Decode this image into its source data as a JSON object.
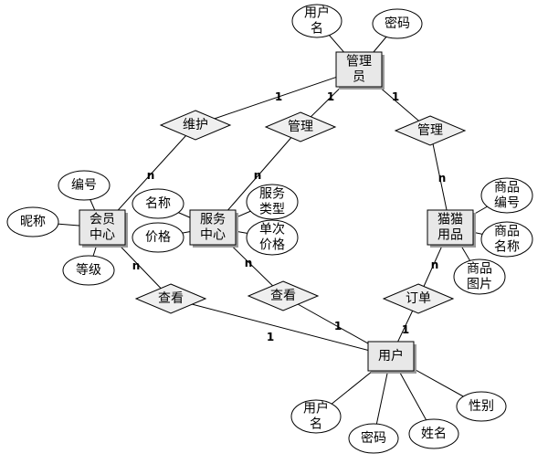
{
  "entities": [
    {
      "id": "admin",
      "lines": [
        "管理",
        "员"
      ]
    },
    {
      "id": "member_center",
      "lines": [
        "会员",
        "中心"
      ]
    },
    {
      "id": "service_center",
      "lines": [
        "服务",
        "中心"
      ]
    },
    {
      "id": "cat_supplies",
      "lines": [
        "猫猫",
        "用品"
      ]
    },
    {
      "id": "user",
      "lines": [
        "用户"
      ]
    }
  ],
  "relationships": [
    {
      "id": "maintain",
      "label": "维护"
    },
    {
      "id": "manage_service",
      "label": "管理"
    },
    {
      "id": "manage_supplies",
      "label": "管理"
    },
    {
      "id": "view_member",
      "label": "查看"
    },
    {
      "id": "view_service",
      "label": "查看"
    },
    {
      "id": "order",
      "label": "订单"
    }
  ],
  "attributes": [
    {
      "id": "admin_username",
      "lines": [
        "用户",
        "名"
      ]
    },
    {
      "id": "admin_password",
      "lines": [
        "密码"
      ]
    },
    {
      "id": "member_id",
      "lines": [
        "编号"
      ]
    },
    {
      "id": "member_nickname",
      "lines": [
        "昵称"
      ]
    },
    {
      "id": "member_level",
      "lines": [
        "等级"
      ]
    },
    {
      "id": "service_name",
      "lines": [
        "名称"
      ]
    },
    {
      "id": "service_price",
      "lines": [
        "价格"
      ]
    },
    {
      "id": "service_type",
      "lines": [
        "服务",
        "类型"
      ]
    },
    {
      "id": "service_single_price",
      "lines": [
        "单次",
        "价格"
      ]
    },
    {
      "id": "goods_id",
      "lines": [
        "商品",
        "编号"
      ]
    },
    {
      "id": "goods_name",
      "lines": [
        "商品",
        "名称"
      ]
    },
    {
      "id": "goods_image",
      "lines": [
        "商品",
        "图片"
      ]
    },
    {
      "id": "user_username",
      "lines": [
        "用户",
        "名"
      ]
    },
    {
      "id": "user_password",
      "lines": [
        "密码"
      ]
    },
    {
      "id": "user_name",
      "lines": [
        "姓名"
      ]
    },
    {
      "id": "user_gender",
      "lines": [
        "性别"
      ]
    }
  ],
  "cardinalities": [
    {
      "id": "admin_maintain",
      "label": "1"
    },
    {
      "id": "maintain_member",
      "label": "n"
    },
    {
      "id": "admin_manage_service",
      "label": "1"
    },
    {
      "id": "manage_service_center",
      "label": "n"
    },
    {
      "id": "admin_manage_supplies",
      "label": "1"
    },
    {
      "id": "manage_supplies_cat",
      "label": "n"
    },
    {
      "id": "member_view",
      "label": "n"
    },
    {
      "id": "view_user_1",
      "label": "1"
    },
    {
      "id": "service_view",
      "label": "n"
    },
    {
      "id": "view_user_2",
      "label": "1"
    },
    {
      "id": "cat_order",
      "label": "n"
    },
    {
      "id": "order_user",
      "label": "1"
    }
  ],
  "colors": {
    "entity_fill": "#e8e8e8",
    "entity_shadow": "#9a9a9a",
    "relationship_fill": "#efefef",
    "attribute_fill": "#ffffff",
    "stroke": "#000000"
  }
}
